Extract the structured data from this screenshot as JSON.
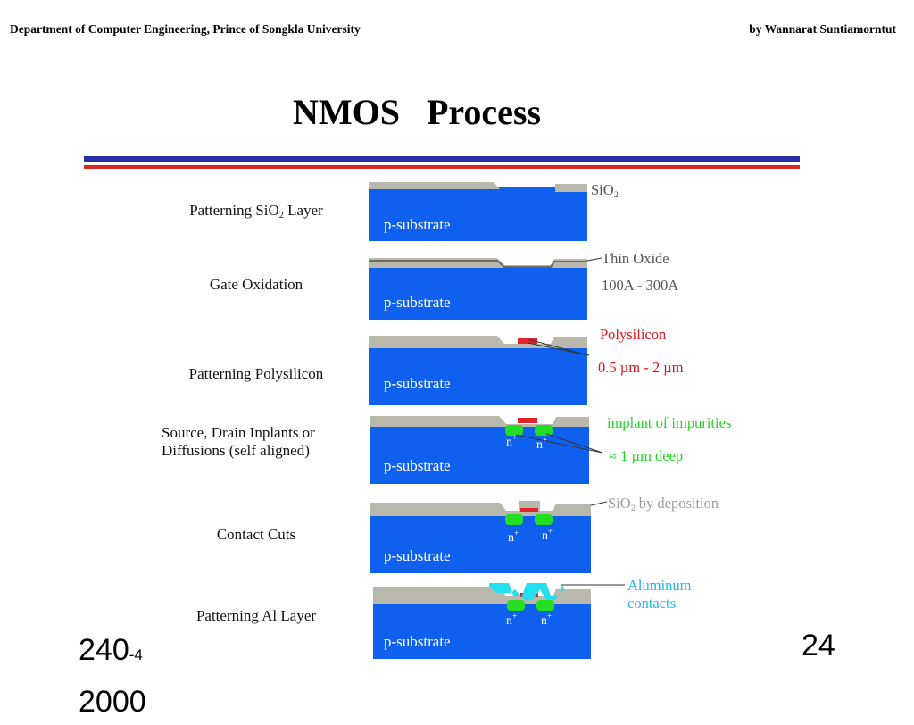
{
  "header": {
    "left": "Department of Computer Engineering, Prince of Songkla University",
    "right": "by Wannarat Suntiamorntut"
  },
  "title": "NMOS   Process",
  "substrate_label": "p-substrate",
  "nplus_label": "n+",
  "colors": {
    "substrate": "#1060f0",
    "oxide": "#b9b8ac",
    "poly": "#e3222c",
    "diffusion": "#22dd22",
    "aluminum": "#22e0f0",
    "rule_blue": "#2b2fa6",
    "rule_red": "#d42b22"
  },
  "steps": [
    {
      "label_parts": [
        "Patterning SiO",
        "2",
        " Layer"
      ],
      "notes": [
        "SiO",
        "2"
      ]
    },
    {
      "label": "Gate Oxidation",
      "notes": [
        "Thin Oxide",
        "100A - 300A"
      ]
    },
    {
      "label": "Patterning Polysilicon",
      "notes": [
        "Polysilicon",
        "0.5 µm - 2 µm"
      ]
    },
    {
      "label_lines": [
        "Source, Drain Inplants or",
        "Diffusions (self aligned)"
      ],
      "notes": [
        "implant of impurities",
        "≈ 1 µm deep"
      ]
    },
    {
      "label": "Contact Cuts",
      "notes": [
        "SiO",
        "2",
        " by deposition"
      ]
    },
    {
      "label": "Patterning Al Layer",
      "notes": [
        "Aluminum",
        "contacts"
      ]
    }
  ],
  "footer": {
    "course_main": "240",
    "course_small": "-4",
    "year": "2000",
    "page": "24"
  }
}
